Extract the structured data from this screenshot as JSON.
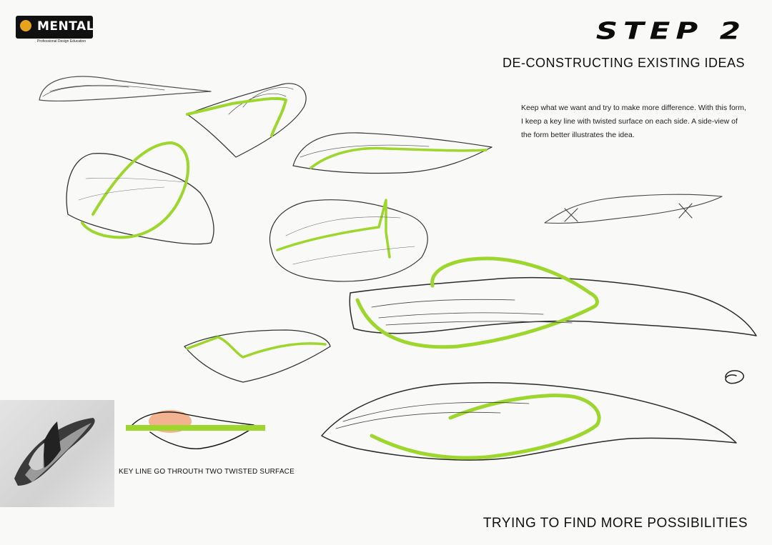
{
  "logo": {
    "name": "MENTAL",
    "tagline": "Professional Design Education"
  },
  "header": {
    "step": "STEP 2",
    "subtitle": "DE-CONSTRUCTING EXISTING IDEAS"
  },
  "description": "Keep what we want and try to make more difference. With this form, I keep a key line with twisted surface on each side. A side-view of the form better illustrates the idea.",
  "diagram_label": "KEY LINE GO THROUTH TWO TWISTED SURFACE",
  "footer": {
    "caption": "TRYING TO FIND MORE POSSIBILITIES"
  },
  "colors": {
    "accent": "#9dd62c",
    "orange": "#f07a3a",
    "pencil": "#2a2a2a"
  }
}
